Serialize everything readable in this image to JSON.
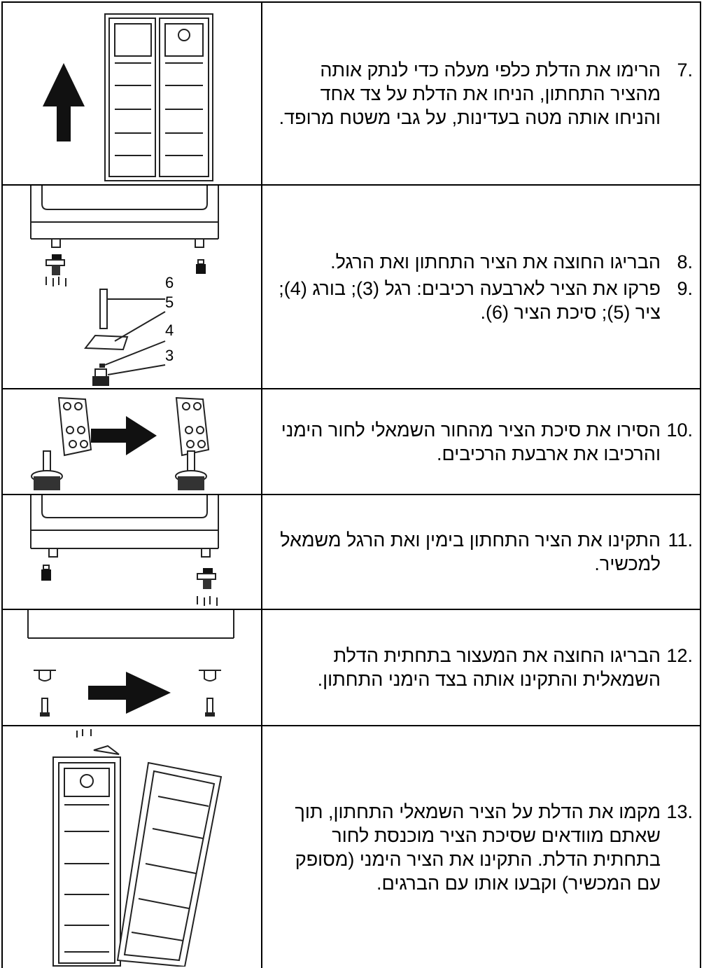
{
  "steps": [
    {
      "num": "7.",
      "text": "הרימו את הדלת כלפי מעלה כדי לנתק אותה מהציר התחתון, הניחו את הדלת על צד אחד והניחו אותה מטה בעדינות, על גבי משטח מרופד."
    },
    {
      "num": "8.",
      "text": "הבריגו החוצה את הציר התחתון ואת הרגל."
    },
    {
      "num": "9.",
      "text": "פרקו את הציר לארבעה רכיבים: רגל (3); בורג (4); ציר (5); סיכת הציר (6)."
    },
    {
      "num": "10.",
      "text": "הסירו את סיכת הציר מהחור השמאלי לחור הימני והרכיבו את ארבעת הרכיבים."
    },
    {
      "num": "11.",
      "text": "התקינו את הציר התחתון בימין ואת הרגל משמאל למכשיר."
    },
    {
      "num": "12.",
      "text": "הבריגו החוצה את המעצור בתחתית הדלת השמאלית והתקינו אותה בצד הימני התחתון."
    },
    {
      "num": "13.",
      "text": "מקמו את הדלת על הציר השמאלי התחתון, תוך שאתם מוודאים שסיכת הציר מוכנסת לחור בתחתית הדלת. התקינו את הציר הימני (מסופק עם המכשיר) וקבעו אותו עם הברגים."
    }
  ],
  "part_labels": {
    "p6": "6",
    "p5": "5",
    "p4": "4",
    "p3": "3"
  }
}
